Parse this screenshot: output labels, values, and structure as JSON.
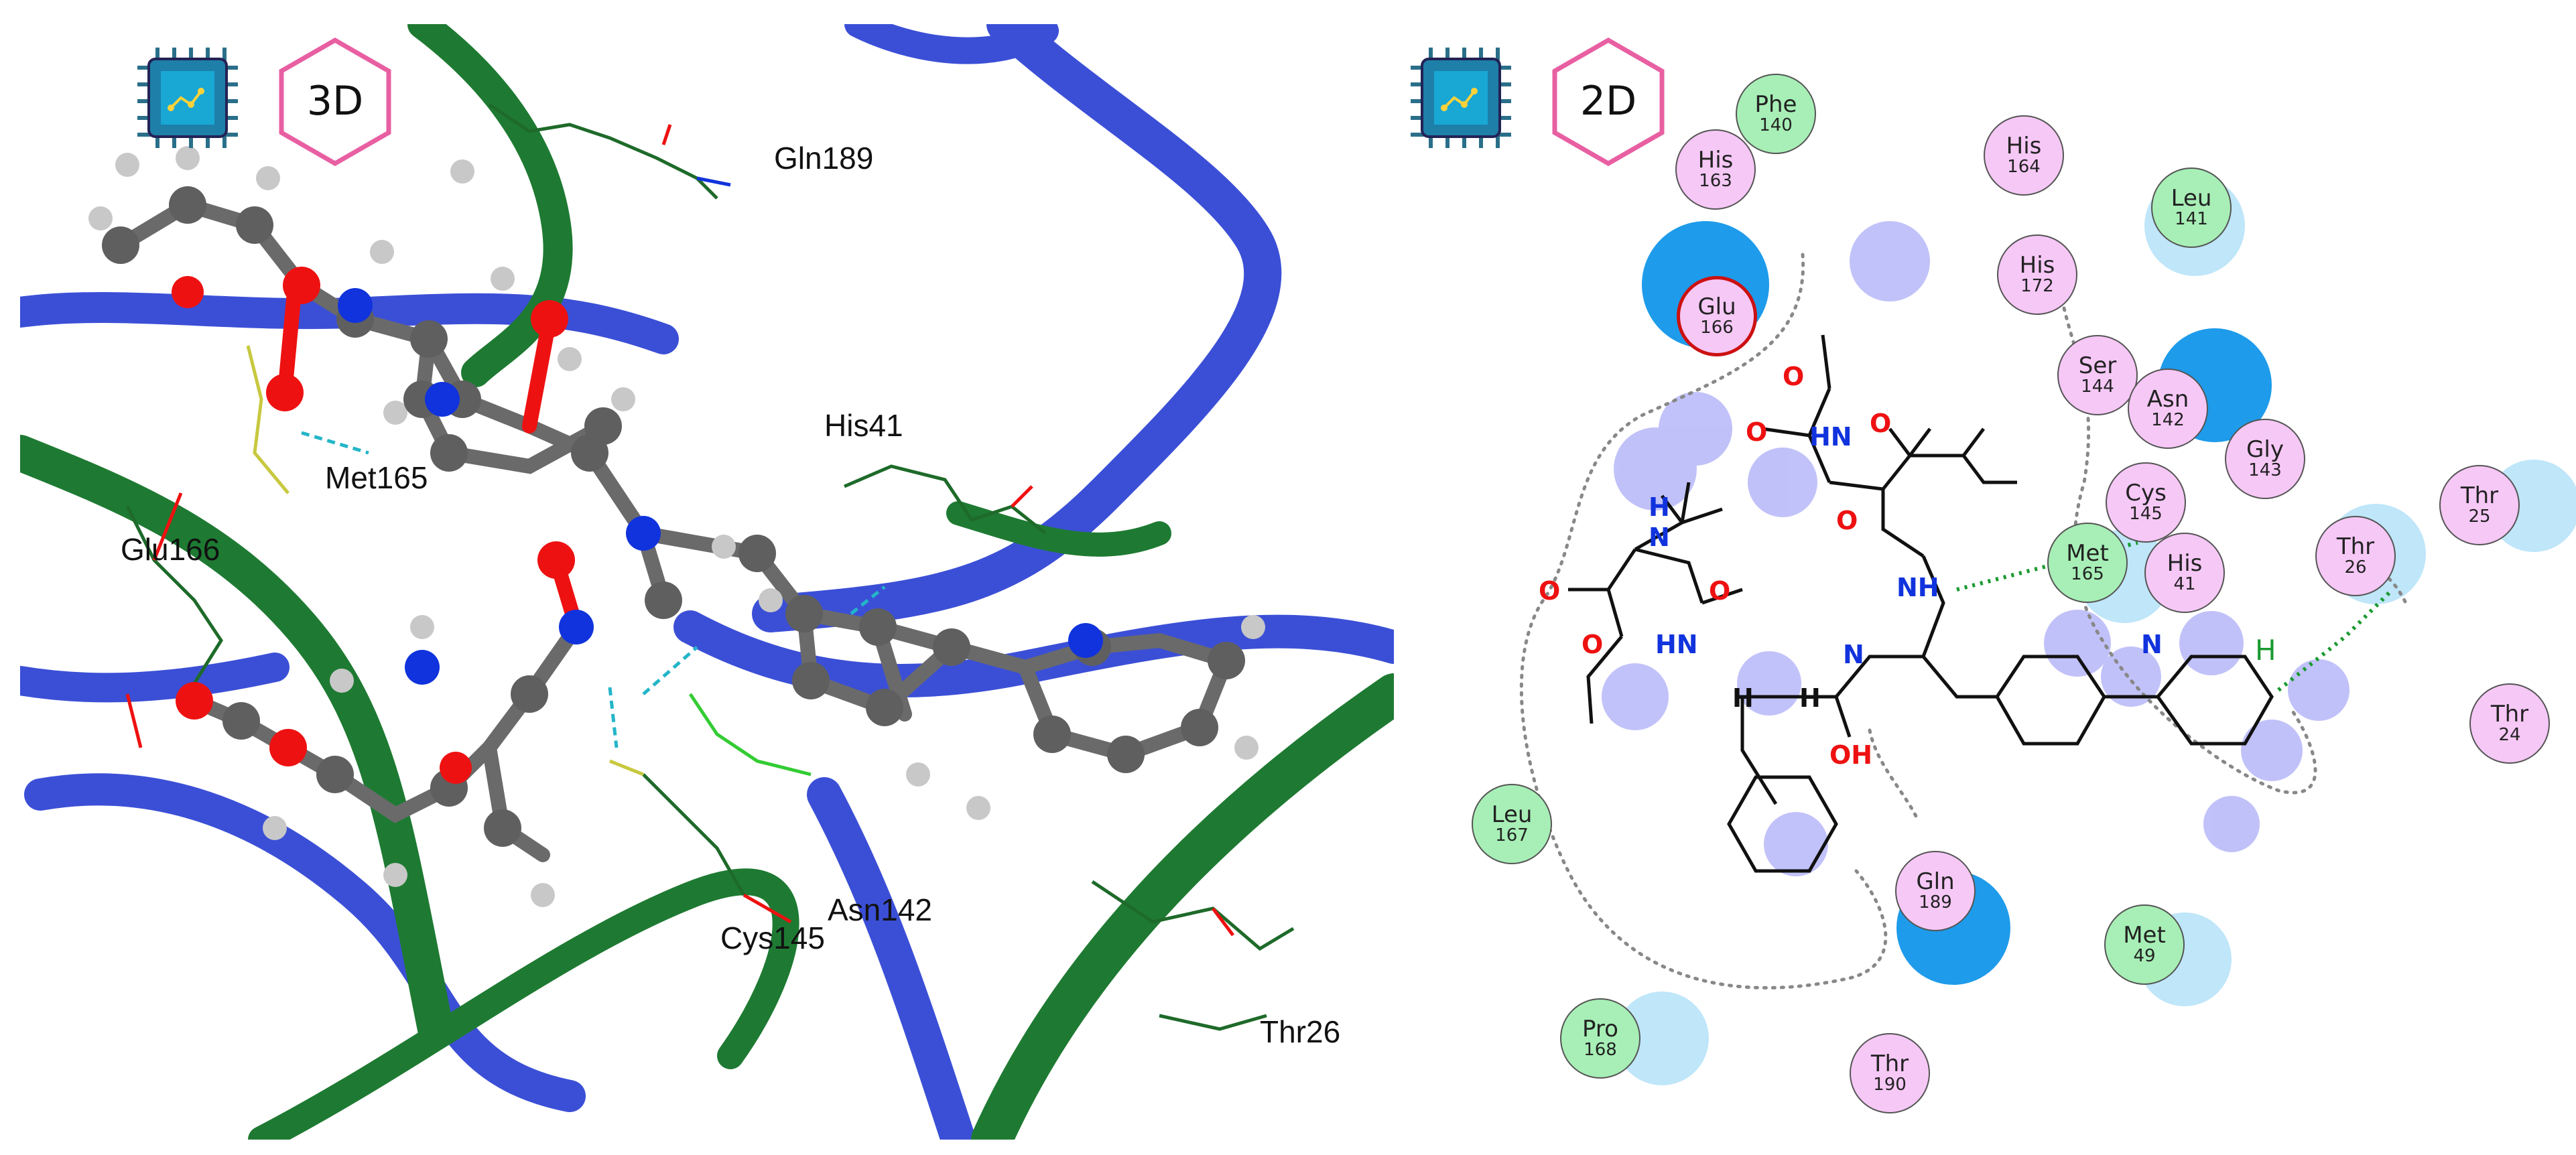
{
  "panels": {
    "left_badge": "3D",
    "right_badge": "2D"
  },
  "labels3d": {
    "gln189": "Gln189",
    "his41": "His41",
    "met165": "Met165",
    "glu166": "Glu166",
    "cys145": "Cys145",
    "asn142": "Asn142",
    "thr26": "Thr26"
  },
  "residues2d": [
    {
      "name": "Phe",
      "num": "140",
      "type": "green"
    },
    {
      "name": "His",
      "num": "163",
      "type": "pink"
    },
    {
      "name": "His",
      "num": "164",
      "type": "pink"
    },
    {
      "name": "Leu",
      "num": "141",
      "type": "green"
    },
    {
      "name": "Glu",
      "num": "166",
      "type": "pink"
    },
    {
      "name": "His",
      "num": "172",
      "type": "pink"
    },
    {
      "name": "Ser",
      "num": "144",
      "type": "pink"
    },
    {
      "name": "Asn",
      "num": "142",
      "type": "pink"
    },
    {
      "name": "Gly",
      "num": "143",
      "type": "pink"
    },
    {
      "name": "Cys",
      "num": "145",
      "type": "pink"
    },
    {
      "name": "Met",
      "num": "165",
      "type": "green"
    },
    {
      "name": "His",
      "num": "41",
      "type": "pink"
    },
    {
      "name": "Thr",
      "num": "26",
      "type": "pink"
    },
    {
      "name": "Thr",
      "num": "25",
      "type": "pink"
    },
    {
      "name": "Thr",
      "num": "24",
      "type": "pink"
    },
    {
      "name": "Leu",
      "num": "167",
      "type": "green"
    },
    {
      "name": "Gln",
      "num": "189",
      "type": "pink"
    },
    {
      "name": "Met",
      "num": "49",
      "type": "green"
    },
    {
      "name": "Pro",
      "num": "168",
      "type": "green"
    },
    {
      "name": "Thr",
      "num": "190",
      "type": "pink"
    }
  ],
  "atoms2d": {
    "o": "O",
    "n": "N",
    "h": "H",
    "nh": "NH",
    "hn": "HN",
    "oh": "OH"
  },
  "colors": {
    "ribbon_blue": "#3b4fd6",
    "ribbon_green": "#1e7a32",
    "carbon": "#6a6a6a",
    "oxygen": "#ee1111",
    "nitrogen": "#1133dd",
    "hydrogen": "#c8c8c8",
    "pink_res": "#f6c8f6",
    "green_res": "#a7efb6",
    "halo": "#1e9bea"
  }
}
